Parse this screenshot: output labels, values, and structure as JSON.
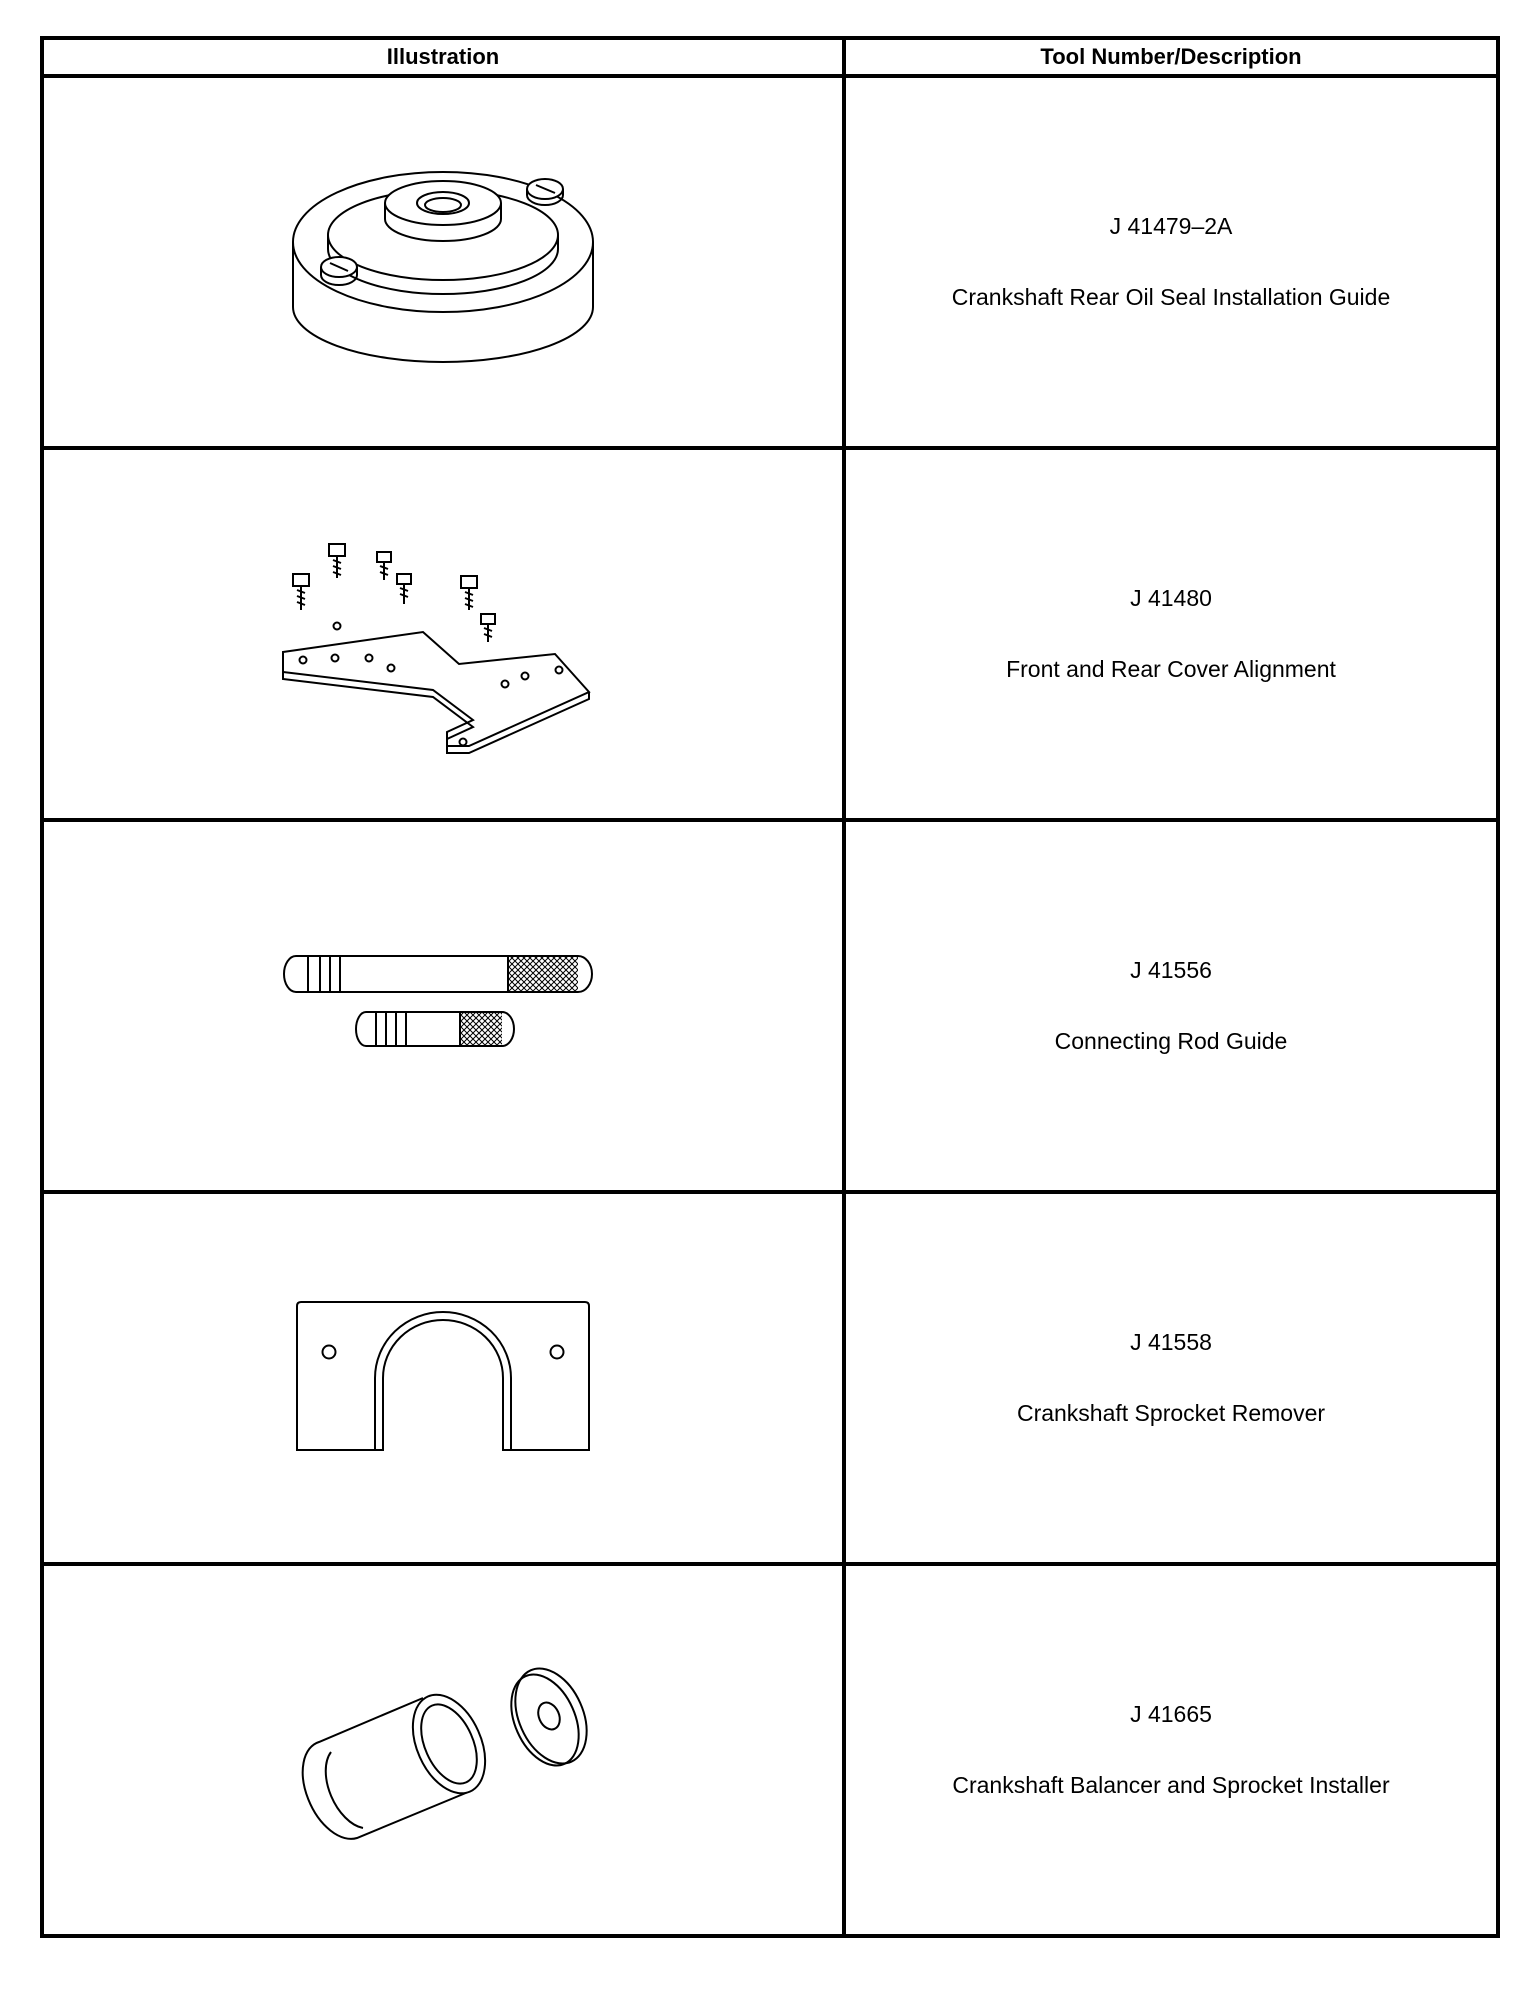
{
  "table": {
    "headers": {
      "illustration": "Illustration",
      "tool": "Tool Number/Description"
    },
    "rows": [
      {
        "icon": "seal-installation-guide-icon",
        "number": "J 41479–2A",
        "description": "Crankshaft Rear Oil Seal Installation Guide"
      },
      {
        "icon": "cover-alignment-plate-icon",
        "number": "J 41480",
        "description": "Front and Rear Cover Alignment"
      },
      {
        "icon": "connecting-rod-guide-icon",
        "number": "J 41556",
        "description": "Connecting Rod Guide"
      },
      {
        "icon": "sprocket-remover-icon",
        "number": "J 41558",
        "description": "Crankshaft Sprocket Remover"
      },
      {
        "icon": "balancer-installer-icon",
        "number": "J 41665",
        "description": "Crankshaft Balancer and Sprocket Installer"
      }
    ]
  }
}
